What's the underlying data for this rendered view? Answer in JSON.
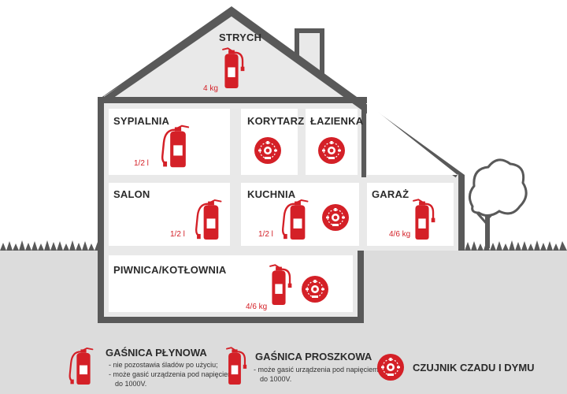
{
  "colors": {
    "background": "#ffffff",
    "ground": "#dcdcdc",
    "house_fill": "#e9e9e9",
    "wall": "#595959",
    "room_fill": "#ffffff",
    "accent_red": "#d42027",
    "tree": "#595959"
  },
  "icons": {
    "liquid_extinguisher": "fire-extinguisher-icon",
    "powder_extinguisher": "fire-extinguisher-icon",
    "detector": "smoke-co-detector-icon"
  },
  "rooms": {
    "attic": {
      "label": "STRYCH",
      "capacity": "4 kg"
    },
    "bedroom": {
      "label": "SYPIALNIA",
      "capacity": "1/2 l"
    },
    "corridor": {
      "label": "KORYTARZ"
    },
    "bathroom": {
      "label": "ŁAZIENKA"
    },
    "living": {
      "label": "SALON",
      "capacity": "1/2 l"
    },
    "kitchen": {
      "label": "KUCHNIA",
      "capacity": "1/2 l"
    },
    "garage": {
      "label": "GARAŻ",
      "capacity": "4/6 kg"
    },
    "basement": {
      "label": "PIWNICA/KOTŁOWNIA",
      "capacity": "4/6 kg"
    }
  },
  "legend": {
    "liquid": {
      "title": "GAŚNICA PŁYNOWA",
      "note1": "- nie pozostawia śladów po użyciu;",
      "note2": "- może gasić urządzenia pod napięciem",
      "note3": "do 1000V."
    },
    "powder": {
      "title": "GAŚNICA PROSZKOWA",
      "note1": "- może gasić urządzenia pod napięciem",
      "note2": "do 1000V."
    },
    "detector": {
      "title": "CZUJNIK CZADU I DYMU"
    }
  }
}
